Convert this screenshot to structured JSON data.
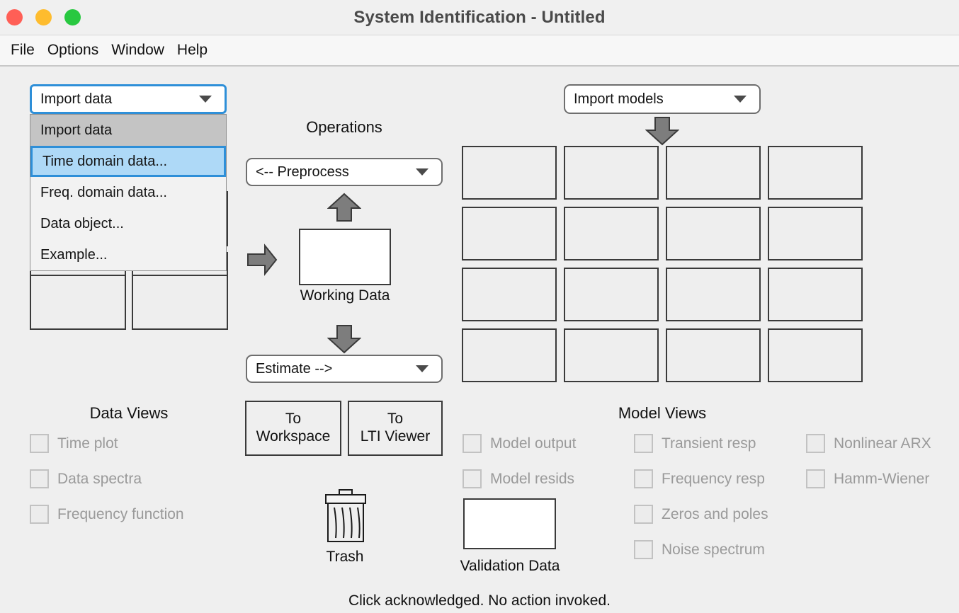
{
  "window": {
    "title": "System Identification - Untitled",
    "traffic_lights": [
      {
        "name": "close",
        "color": "#ff5f56"
      },
      {
        "name": "minimize",
        "color": "#febc2e"
      },
      {
        "name": "zoom",
        "color": "#28c840"
      }
    ]
  },
  "menubar": {
    "items": [
      {
        "label": "File"
      },
      {
        "label": "Options"
      },
      {
        "label": "Window"
      },
      {
        "label": "Help"
      }
    ]
  },
  "import_data": {
    "combo_value": "Import data",
    "open": true,
    "options": [
      {
        "label": "Import data",
        "state": "header"
      },
      {
        "label": "Time domain data...",
        "state": "selected"
      },
      {
        "label": "Freq. domain data...",
        "state": "normal"
      },
      {
        "label": "Data object...",
        "state": "normal"
      },
      {
        "label": "Example...",
        "state": "normal"
      }
    ]
  },
  "import_models": {
    "combo_value": "Import models"
  },
  "operations": {
    "title": "Operations",
    "preprocess_value": "<-- Preprocess",
    "estimate_value": "Estimate -->",
    "working_data_label": "Working Data",
    "validation_data_label": "Validation Data",
    "trash_label": "Trash",
    "to_workspace_label": "To\nWorkspace",
    "to_workspace_line1": "To",
    "to_workspace_line2": "Workspace",
    "to_lti_line1": "To",
    "to_lti_line2": "LTI Viewer"
  },
  "data_views": {
    "title": "Data Views",
    "items": [
      {
        "label": "Time plot",
        "checked": false,
        "enabled": false
      },
      {
        "label": "Data spectra",
        "checked": false,
        "enabled": false
      },
      {
        "label": "Frequency function",
        "checked": false,
        "enabled": false
      }
    ]
  },
  "model_views": {
    "title": "Model Views",
    "column1": [
      {
        "label": "Model output",
        "checked": false,
        "enabled": false
      },
      {
        "label": "Model resids",
        "checked": false,
        "enabled": false
      }
    ],
    "column2": [
      {
        "label": "Transient resp",
        "checked": false,
        "enabled": false
      },
      {
        "label": "Frequency resp",
        "checked": false,
        "enabled": false
      },
      {
        "label": "Zeros and poles",
        "checked": false,
        "enabled": false
      },
      {
        "label": "Noise spectrum",
        "checked": false,
        "enabled": false
      }
    ],
    "column3": [
      {
        "label": "Nonlinear ARX",
        "checked": false,
        "enabled": false
      },
      {
        "label": "Hamm-Wiener",
        "checked": false,
        "enabled": false
      }
    ]
  },
  "data_board": {
    "rows": 3,
    "cols": 2,
    "slots": 6
  },
  "model_board": {
    "rows": 4,
    "cols": 4,
    "slots": 16
  },
  "status": {
    "message": "Click acknowledged. No action invoked."
  },
  "colors": {
    "background": "#efefef",
    "focus_blue": "#2e8fd8",
    "selection_blue": "#aed9f7",
    "header_gray": "#c4c4c4",
    "arrow_gray": "#7d7d7d",
    "disabled_text": "#9a9a9a"
  }
}
